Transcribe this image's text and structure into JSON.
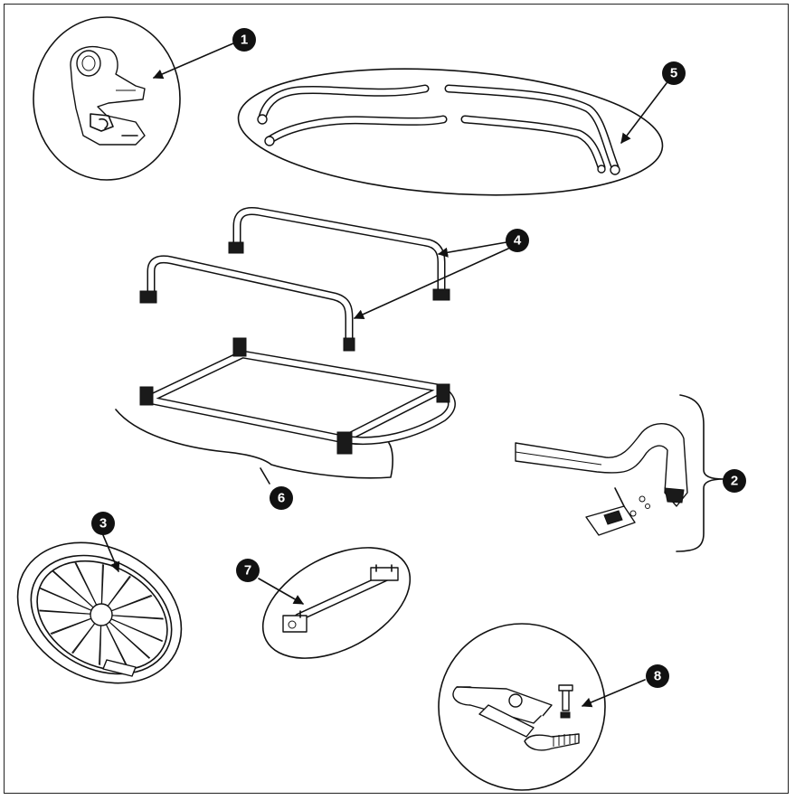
{
  "callouts": [
    {
      "id": "1",
      "label": "1"
    },
    {
      "id": "2",
      "label": "2"
    },
    {
      "id": "3",
      "label": "3"
    },
    {
      "id": "4",
      "label": "4"
    },
    {
      "id": "5",
      "label": "5"
    },
    {
      "id": "6",
      "label": "6"
    },
    {
      "id": "7",
      "label": "7"
    },
    {
      "id": "8",
      "label": "8"
    }
  ],
  "colors": {
    "ink": "#111111",
    "paper": "#ffffff",
    "callout": "#111111"
  }
}
